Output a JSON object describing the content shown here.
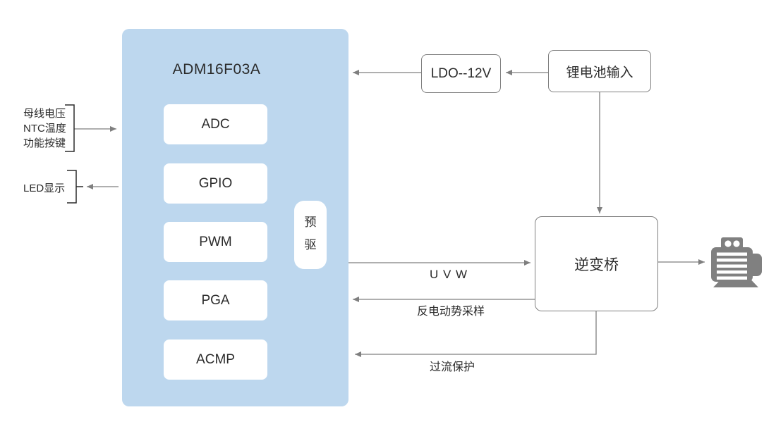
{
  "chip": {
    "title": "ADM16F03A",
    "blocks": [
      "ADC",
      "GPIO",
      "PWM",
      "PGA",
      "ACMP"
    ],
    "predriver": "预驱"
  },
  "inputs": [
    "母线电压",
    "NTC温度",
    "功能按键"
  ],
  "led_label": "LED显示",
  "power": {
    "ldo": "LDO--12V",
    "battery": "锂电池输入"
  },
  "inverter": {
    "label": "逆变桥"
  },
  "signals": {
    "uvw": "U V W",
    "bemf": "反电动势采样",
    "overcurrent": "过流保护"
  },
  "icons": {
    "motor": "motor-icon"
  },
  "colors": {
    "background": "#FFFFFF",
    "chip_fill": "#BDD7EE",
    "module_fill": "#FFFFFF",
    "box_border": "#7F7F7F",
    "arrow": "#7F7F7F",
    "text": "#2B2B2B",
    "motor": "#808080"
  }
}
